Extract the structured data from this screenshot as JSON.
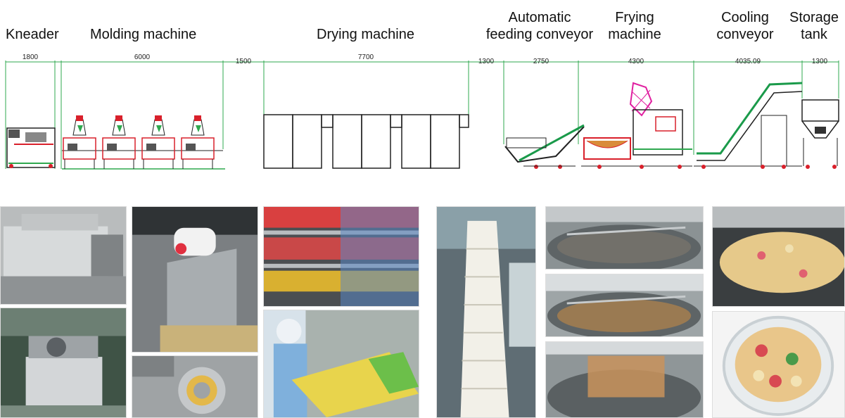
{
  "stages": [
    {
      "id": "kneader",
      "lines": [
        "Kneader"
      ]
    },
    {
      "id": "molding",
      "lines": [
        "Molding machine"
      ]
    },
    {
      "id": "drying",
      "lines": [
        "Drying machine"
      ]
    },
    {
      "id": "feeding",
      "lines": [
        "Automatic",
        "feeding conveyor"
      ]
    },
    {
      "id": "frying",
      "lines": [
        "Frying",
        "machine"
      ]
    },
    {
      "id": "cooling",
      "lines": [
        "Cooling",
        "conveyor"
      ]
    },
    {
      "id": "storage",
      "lines": [
        "Storage",
        "tank"
      ]
    }
  ],
  "dimensions": {
    "kneader": "1800",
    "molding": "6000",
    "gap1": "1500",
    "drying": "7700",
    "gap2": "1300",
    "feeding": "2750",
    "frying": "4300",
    "cooling": "4035.09",
    "storage": "1300"
  },
  "colors": {
    "dimension_line": "#2fa84f",
    "machine_red": "#d9202b",
    "frame_green": "#1a9a4a",
    "outline": "#222222",
    "frying_magenta": "#e020a0"
  }
}
